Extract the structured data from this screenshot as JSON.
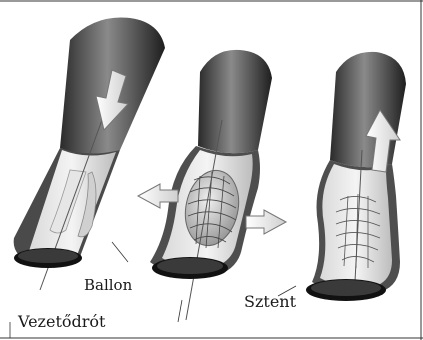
{
  "labels": {
    "balloon": "Ballon",
    "guidewire": "Vezetődrót",
    "stent": "Sztent"
  },
  "icons": {
    "arrow_down": "arrow-down-icon",
    "arrows_side": "arrow-left-right-icon",
    "arrow_up": "arrow-up-icon"
  }
}
